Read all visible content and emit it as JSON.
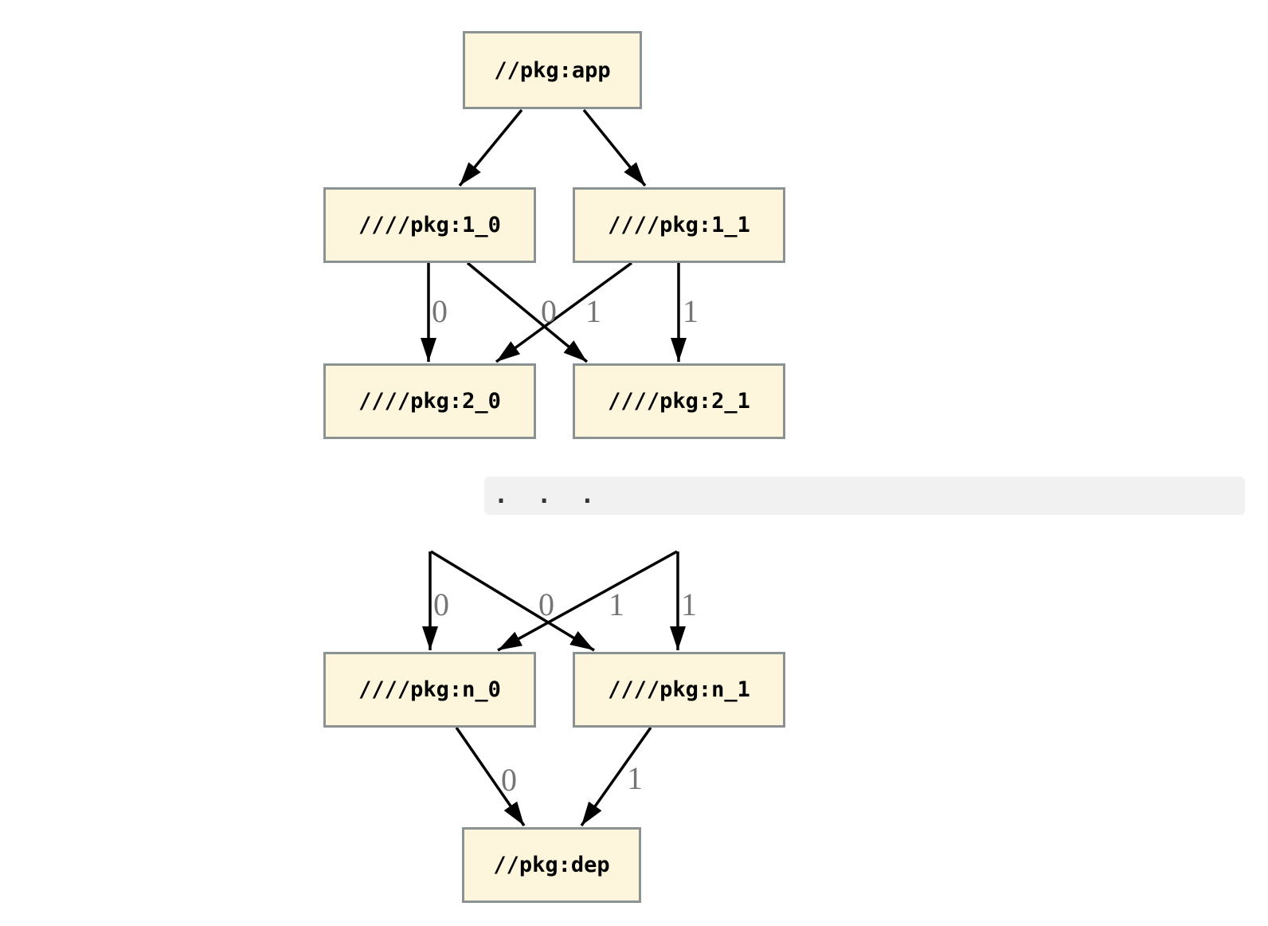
{
  "diagram": {
    "type": "dependency-graph",
    "nodes": {
      "app": "//pkg:app",
      "l1_0": "////pkg:1_0",
      "l1_1": "////pkg:1_1",
      "l2_0": "////pkg:2_0",
      "l2_1": "////pkg:2_1",
      "n_0": "////pkg:n_0",
      "n_1": "////pkg:n_1",
      "dep": "//pkg:dep"
    },
    "ellipsis": ".  .  .",
    "edge_labels": {
      "row1": [
        "0",
        "0",
        "1",
        "1"
      ],
      "row2": [
        "0",
        "0",
        "1",
        "1"
      ],
      "row3": [
        "0",
        "1"
      ]
    },
    "edges": [
      {
        "from": "//pkg:app",
        "to": "////pkg:1_0",
        "label": ""
      },
      {
        "from": "//pkg:app",
        "to": "////pkg:1_1",
        "label": ""
      },
      {
        "from": "////pkg:1_0",
        "to": "////pkg:2_0",
        "label": "0"
      },
      {
        "from": "////pkg:1_0",
        "to": "////pkg:2_1",
        "label": "1"
      },
      {
        "from": "////pkg:1_1",
        "to": "////pkg:2_0",
        "label": "0"
      },
      {
        "from": "////pkg:1_1",
        "to": "////pkg:2_1",
        "label": "1"
      },
      {
        "from": "...",
        "to": "////pkg:n_0",
        "label": "0"
      },
      {
        "from": "...",
        "to": "////pkg:n_0",
        "label": "0"
      },
      {
        "from": "...",
        "to": "////pkg:n_1",
        "label": "1"
      },
      {
        "from": "...",
        "to": "////pkg:n_1",
        "label": "1"
      },
      {
        "from": "////pkg:n_0",
        "to": "//pkg:dep",
        "label": "0"
      },
      {
        "from": "////pkg:n_1",
        "to": "//pkg:dep",
        "label": "1"
      }
    ],
    "colors": {
      "node_fill": "#fdf6dc",
      "node_border": "#8a9292",
      "edge": "#000000",
      "edge_label": "#757575",
      "collapsed_bar_bg": "#f1f1f1",
      "node_text": "#000000"
    }
  }
}
